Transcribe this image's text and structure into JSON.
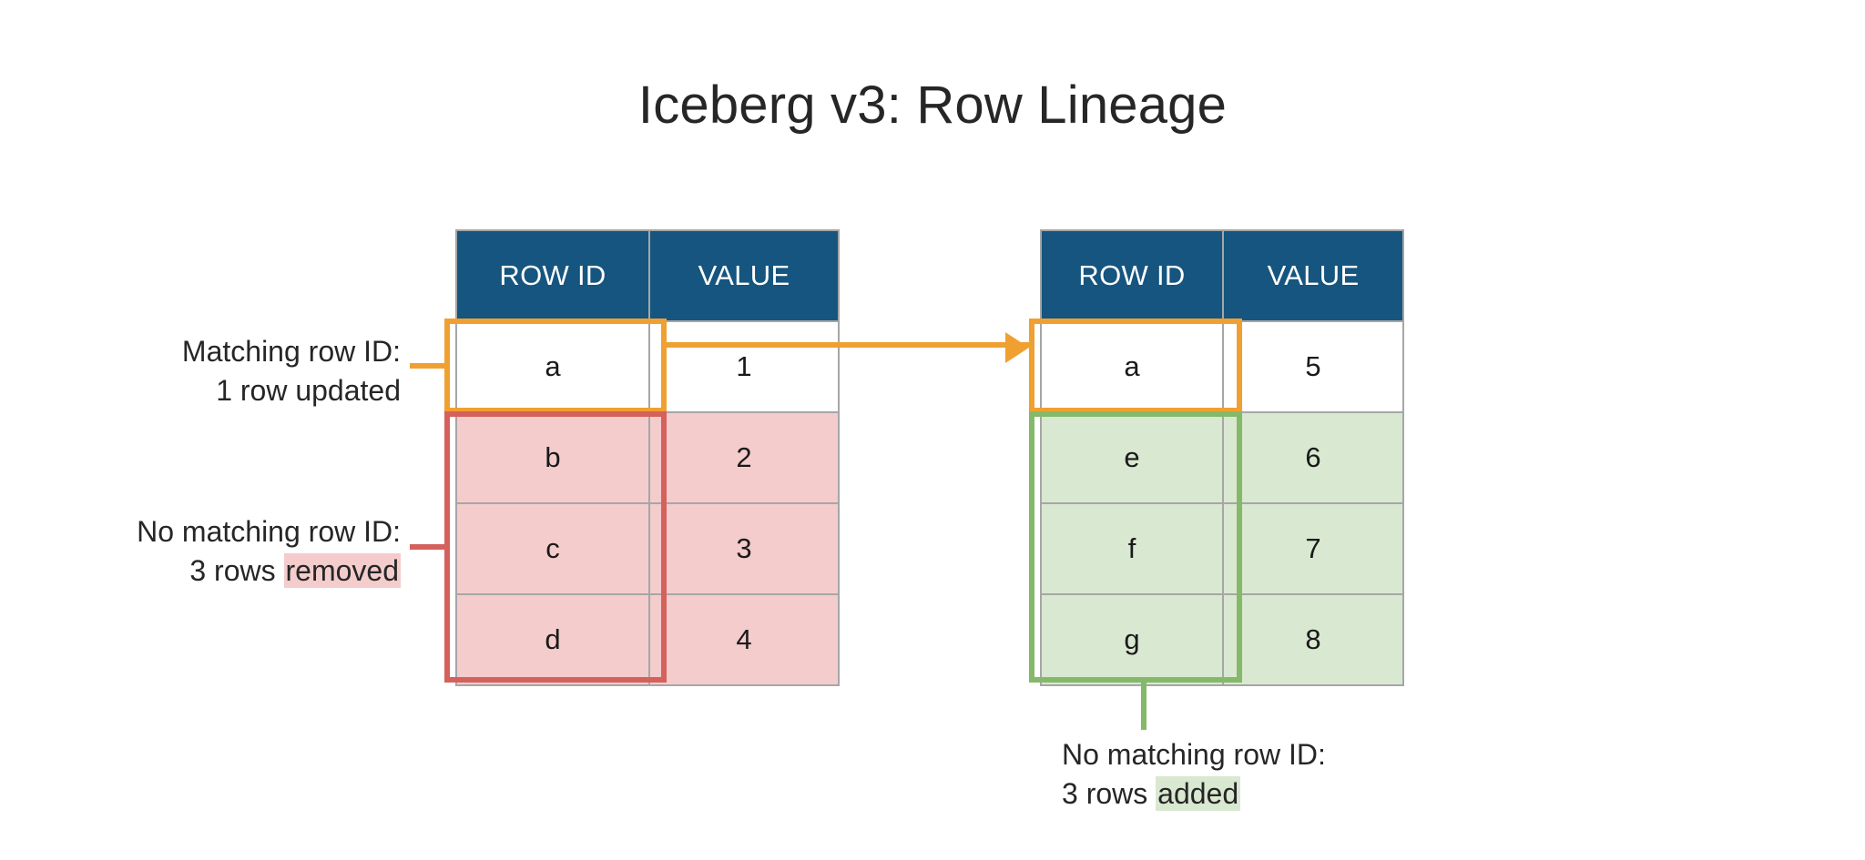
{
  "title": "Iceberg v3: Row Lineage",
  "colors": {
    "header_blue": "#15557f",
    "orange": "#f0a030",
    "red": "#d4615c",
    "green": "#85b96a",
    "removed_fill": "#f4cccc",
    "added_fill": "#d9e8d0",
    "grid": "#a6a6a6",
    "text": "#262626"
  },
  "tables": {
    "left": {
      "name": "before-table",
      "columns": [
        "ROW ID",
        "VALUE"
      ],
      "rows": [
        {
          "row_id": "a",
          "value": "1",
          "state": "unchanged"
        },
        {
          "row_id": "b",
          "value": "2",
          "state": "removed"
        },
        {
          "row_id": "c",
          "value": "3",
          "state": "removed"
        },
        {
          "row_id": "d",
          "value": "4",
          "state": "removed"
        }
      ]
    },
    "right": {
      "name": "after-table",
      "columns": [
        "ROW ID",
        "VALUE"
      ],
      "rows": [
        {
          "row_id": "a",
          "value": "5",
          "state": "updated"
        },
        {
          "row_id": "e",
          "value": "6",
          "state": "added"
        },
        {
          "row_id": "f",
          "value": "7",
          "state": "added"
        },
        {
          "row_id": "g",
          "value": "8",
          "state": "added"
        }
      ]
    }
  },
  "annotations": {
    "matching": {
      "line1": "Matching row ID:",
      "line2": "1 row updated",
      "accent": "#f0a030"
    },
    "removed": {
      "line1": "No matching row ID:",
      "line2_prefix": "3 rows ",
      "line2_highlight": "removed",
      "accent": "#d4615c"
    },
    "added": {
      "line1": "No matching row ID:",
      "line2_prefix": "3 rows ",
      "line2_highlight": "added",
      "accent": "#85b96a"
    }
  }
}
